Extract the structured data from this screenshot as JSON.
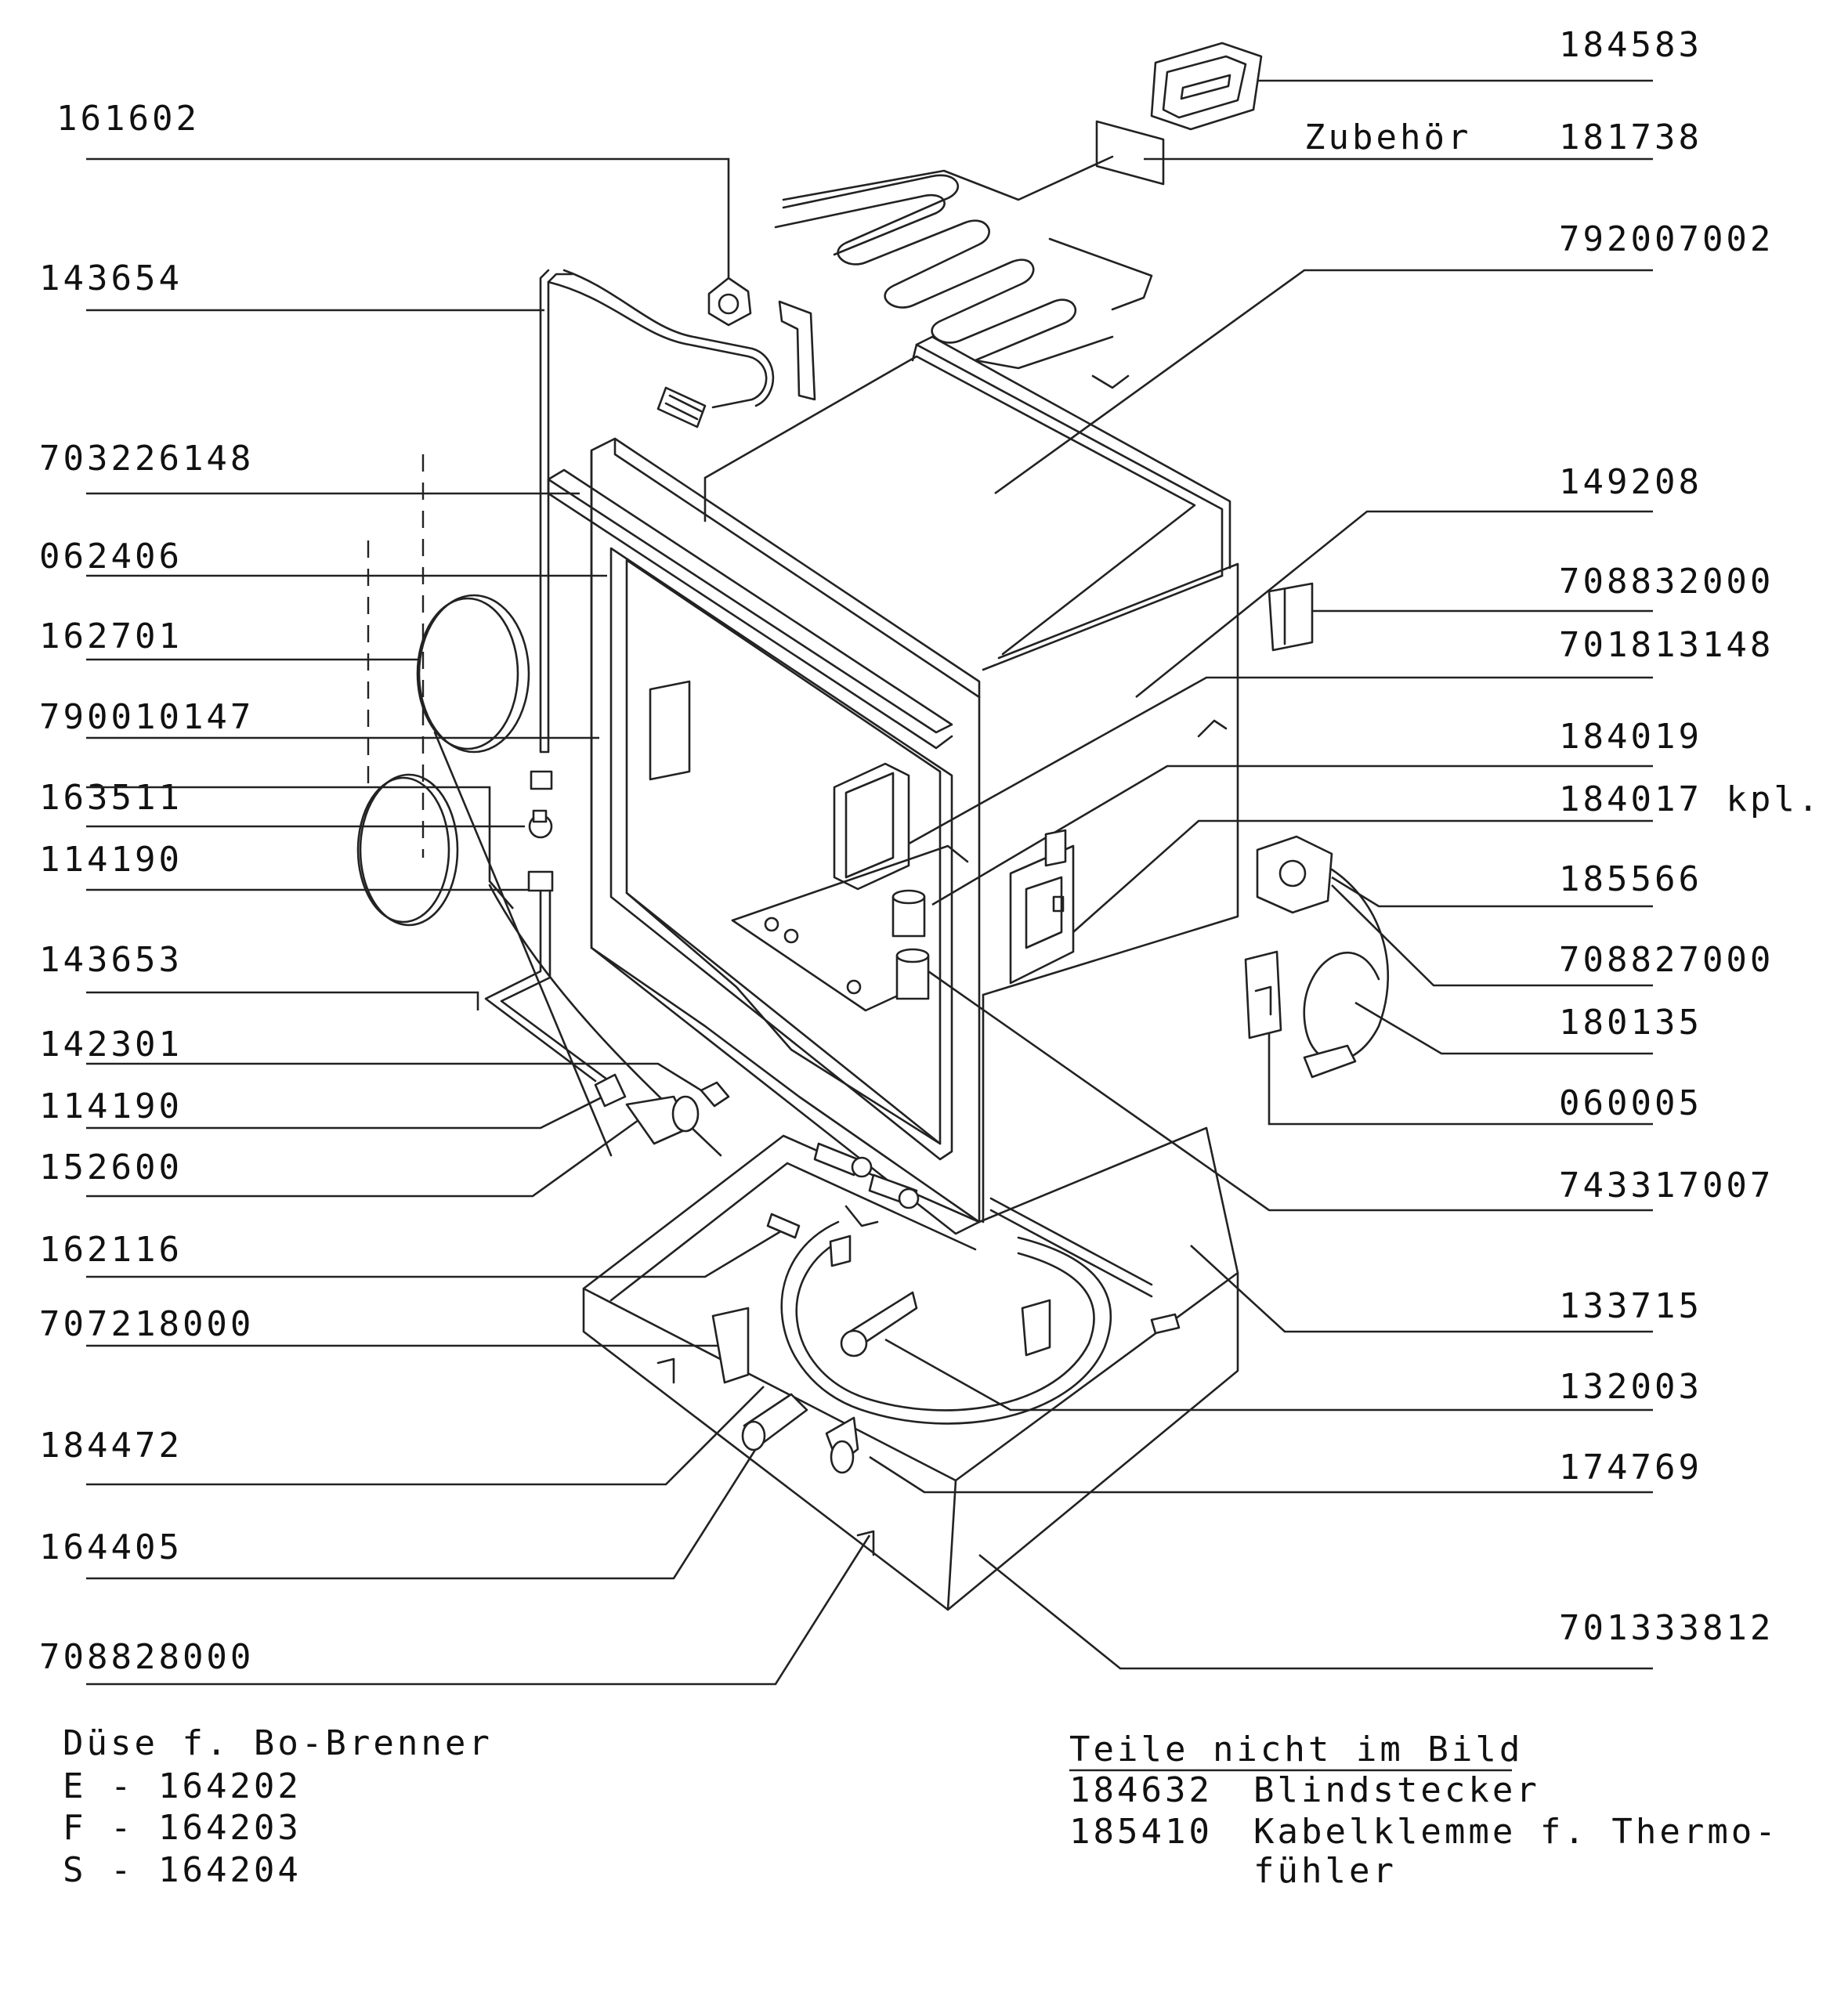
{
  "labels_left": [
    "161602",
    "143654",
    "703226148",
    "062406",
    "162701",
    "790010147",
    "163511",
    "114190",
    "143653",
    "142301",
    "114190",
    "152600",
    "162116",
    "707218000",
    "184472",
    "164405",
    "708828000"
  ],
  "labels_right": [
    "184583",
    "181738",
    "792007002",
    "149208",
    "708832000",
    "701813148",
    "184019",
    "184017 kpl.",
    "185566",
    "708827000",
    "180135",
    "060005",
    "743317007",
    "133715",
    "132003",
    "174769",
    "701333812"
  ],
  "zubehoer": "Zubehör",
  "nozzle_note": {
    "title": "Düse f. Bo-Brenner",
    "lines": [
      "E - 164202",
      "F - 164203",
      "S - 164204"
    ]
  },
  "not_pictured": {
    "title": "Teile nicht im Bild",
    "items": [
      {
        "number": "184632",
        "desc": "Blindstecker"
      },
      {
        "number": "185410",
        "desc": "Kabelklemme f. Thermo-"
      },
      {
        "number": "",
        "desc": "fühler"
      }
    ]
  }
}
